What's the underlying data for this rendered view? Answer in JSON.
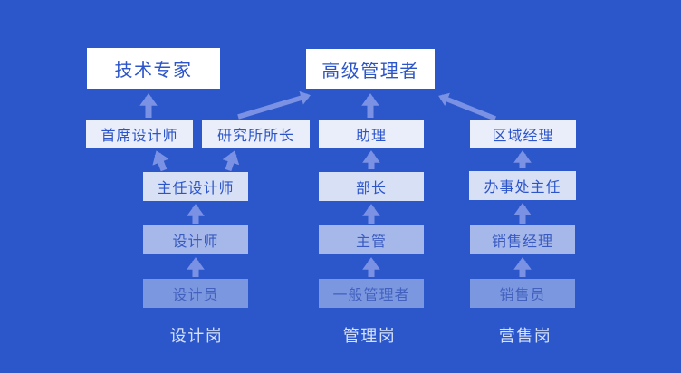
{
  "colors": {
    "background": "#2b57cb",
    "arrow": "#7b91e4",
    "box_text": "#2c55c9",
    "label_text": "#d6e0f8"
  },
  "diagram": {
    "peaks": {
      "tech_expert": "技术专家",
      "senior_manager": "高级管理者"
    },
    "tracks": [
      {
        "label": "设计岗",
        "levels_bottom_to_top": [
          "设计员",
          "设计师",
          "主任设计师",
          "首席设计师"
        ],
        "branch_level": "研究所所长"
      },
      {
        "label": "管理岗",
        "levels_bottom_to_top": [
          "一般管理者",
          "主管",
          "部长",
          "助理"
        ]
      },
      {
        "label": "营售岗",
        "levels_bottom_to_top": [
          "销售员",
          "销售经理",
          "办事处主任",
          "区域经理"
        ]
      }
    ]
  }
}
